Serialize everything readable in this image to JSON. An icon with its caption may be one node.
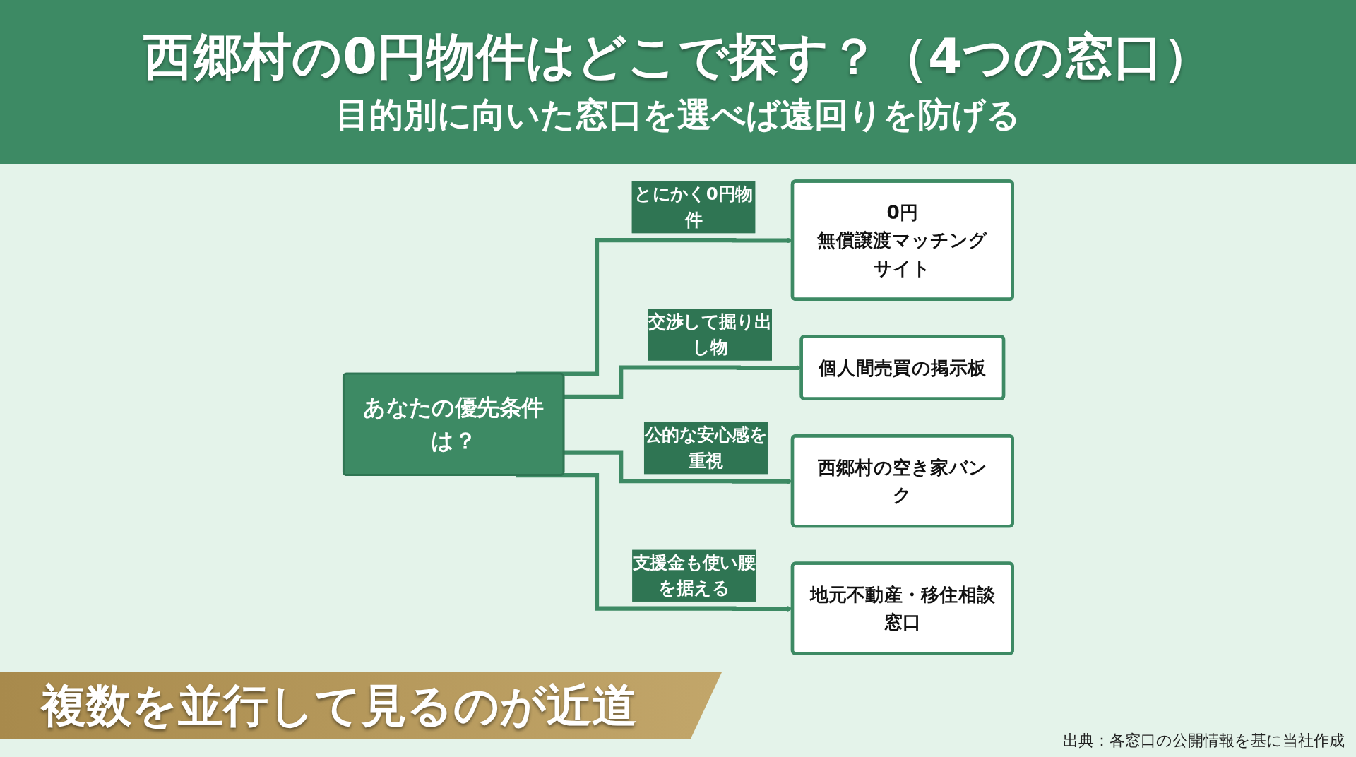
{
  "diagram": {
    "title": "西郷村の0円物件はどこで探す？（4つの窓口）",
    "caption": "出典：各窓口の公開情報を基に当社作成",
    "nodes": [
      {
        "text": [
          "0円",
          "無償譲渡マッチングサイト"
        ]
      },
      {
        "text": [
          "個人間売買の掲示板"
        ]
      },
      {
        "text": [
          "あなたの優先条件は？"
        ]
      },
      {
        "text": [
          "西郷村の空き家バンク"
        ]
      },
      {
        "text": [
          "地元不動産・移住相談窓口"
        ]
      }
    ],
    "edges": [
      {
        "from": 2,
        "to": 0,
        "arrow": "to",
        "label": "とにかく0円物件"
      },
      {
        "from": 2,
        "to": 1,
        "arrow": "to",
        "label": "交渉して掘り出し物"
      },
      {
        "from": 2,
        "to": 3,
        "arrow": "to",
        "label": "公的な安心感を重視"
      },
      {
        "from": 2,
        "to": 4,
        "arrow": "to",
        "label": "支援金も使い腰を据える"
      }
    ],
    "labels": [
      "目的別に向いた窓口を選べば遠回りを防げる",
      "複数を並行して見るのが近道"
    ]
  }
}
